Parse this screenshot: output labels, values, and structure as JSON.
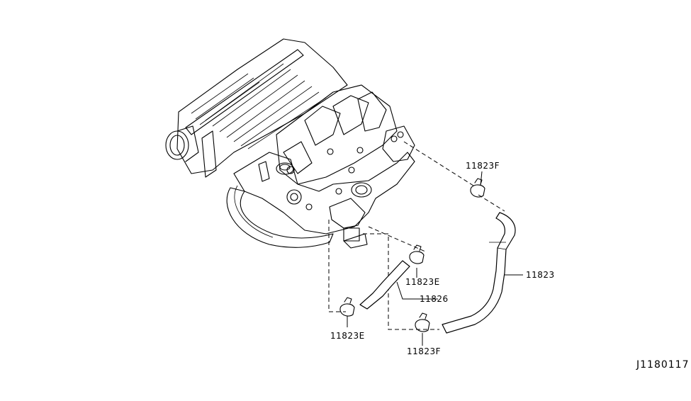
{
  "callouts": {
    "clamp_top_right": "11823F",
    "hose_long": "11823",
    "clamp_mid": "11823E",
    "hose_short": "11826",
    "clamp_bottom_left": "11823E",
    "clamp_bottom": "11823F"
  },
  "diagram_code": "J1180117"
}
